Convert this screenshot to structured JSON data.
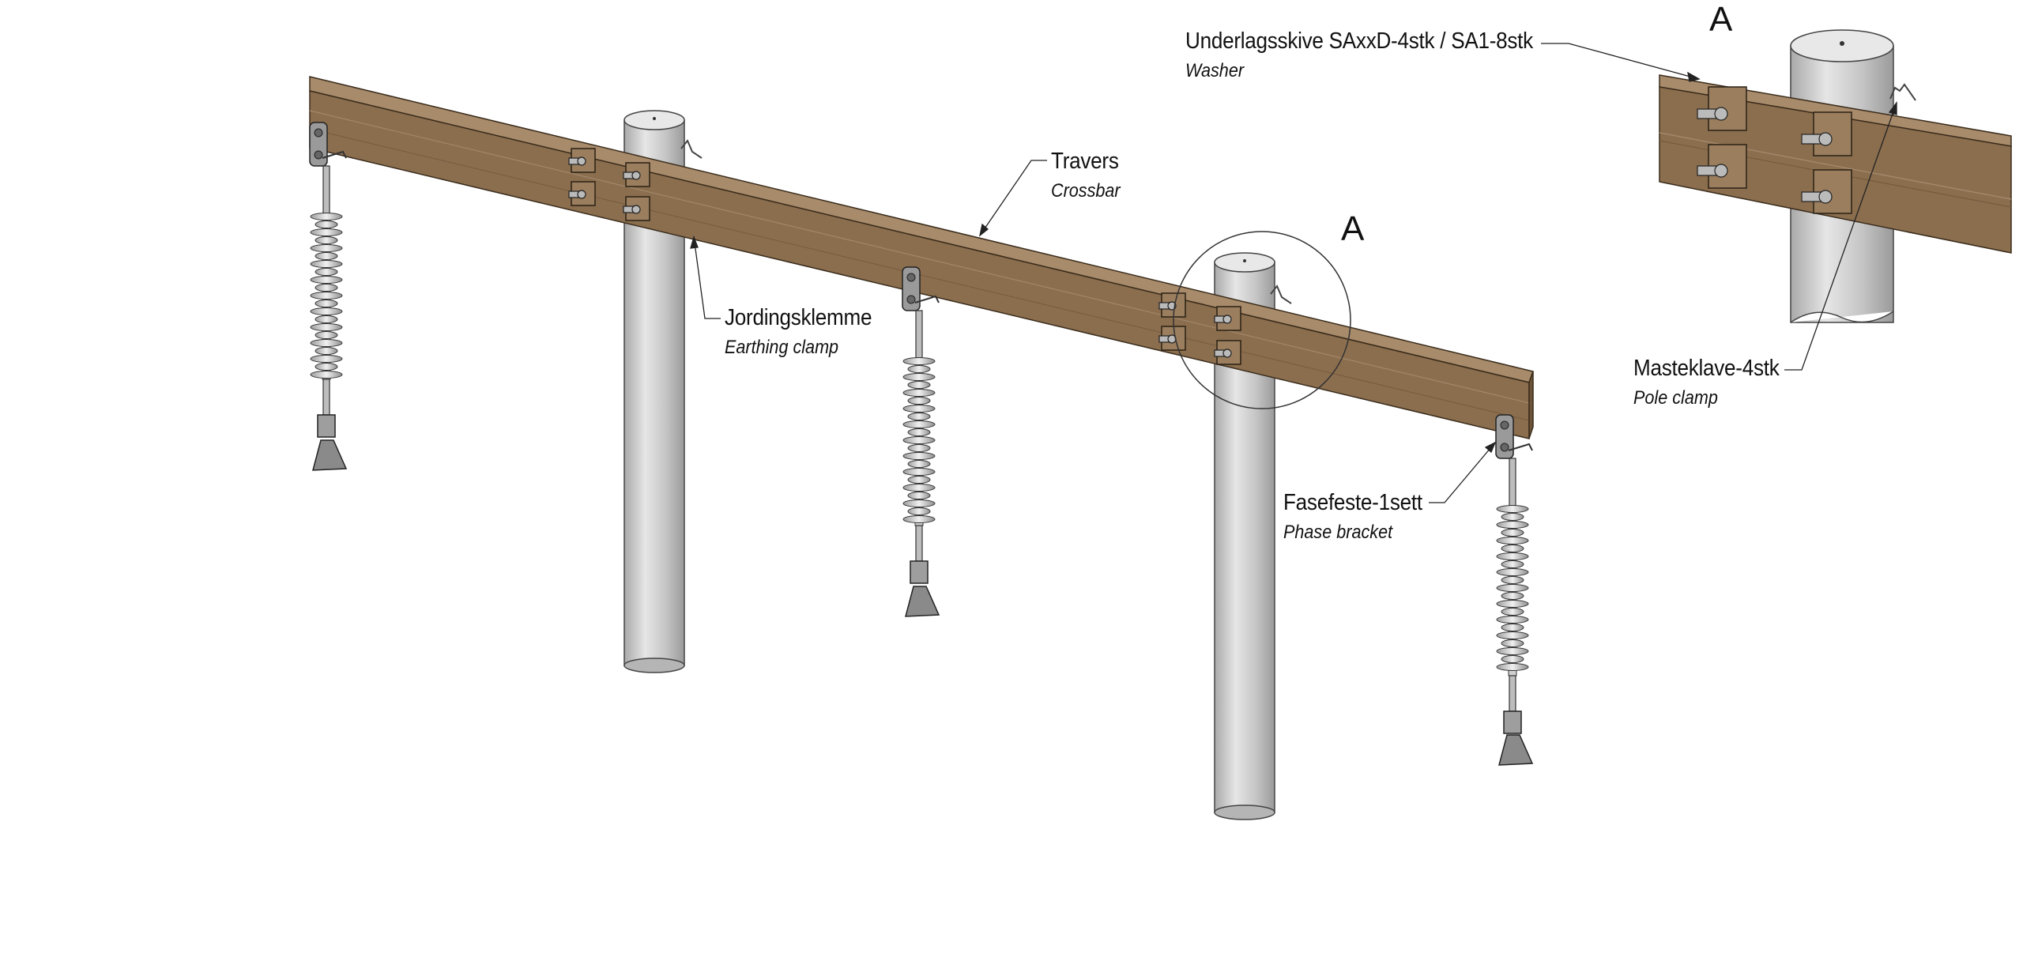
{
  "labels": {
    "washer": {
      "main": "Underlagsskive SAxxD-4stk / SA1-8stk",
      "sub": "Washer"
    },
    "crossbar": {
      "main": "Travers",
      "sub": "Crossbar"
    },
    "earthing_clamp": {
      "main": "Jordingsklemme",
      "sub": "Earthing clamp"
    },
    "pole_clamp": {
      "main": "Masteklave-4stk",
      "sub": "Pole clamp"
    },
    "phase_bracket": {
      "main": "Fasefeste-1sett",
      "sub": "Phase bracket"
    },
    "detail_marker": "A",
    "detail_view_marker": "A"
  },
  "colors": {
    "beam": "#8b6e4e",
    "beam_top": "#a88b6a",
    "beam_dark": "#6e5538",
    "pole": "#c8c8c8",
    "insulator": "#d8d8d8",
    "line": "#222222"
  }
}
